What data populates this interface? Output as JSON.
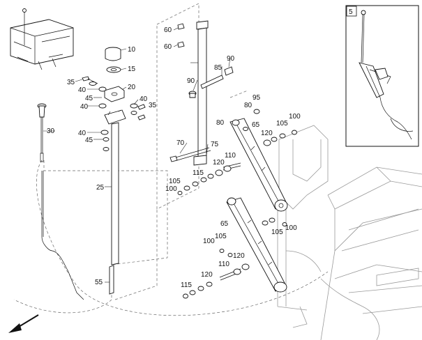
{
  "callouts": {
    "c10": "10",
    "c15": "15",
    "c20": "20",
    "c25": "25",
    "c30": "30",
    "c35a": "35",
    "c35b": "35",
    "c40a": "40",
    "c40b": "40",
    "c40c": "40",
    "c40d": "40",
    "c45a": "45",
    "c45b": "45",
    "c55": "55",
    "c60a": "60",
    "c60b": "60",
    "c65a": "65",
    "c65b": "65",
    "c70": "70",
    "c75": "75",
    "c80a": "80",
    "c80b": "80",
    "c85": "85",
    "c90a": "90",
    "c90b": "90",
    "c95": "95",
    "c100a": "100",
    "c100b": "100",
    "c100c": "100",
    "c100d": "100",
    "c105a": "105",
    "c105b": "105",
    "c105c": "105",
    "c105d": "105",
    "c110a": "110",
    "c110b": "110",
    "c115a": "115",
    "c115b": "115",
    "c120a": "120",
    "c120b": "120",
    "c120c": "120",
    "c120d": "120"
  },
  "inset": {
    "label": "5"
  }
}
